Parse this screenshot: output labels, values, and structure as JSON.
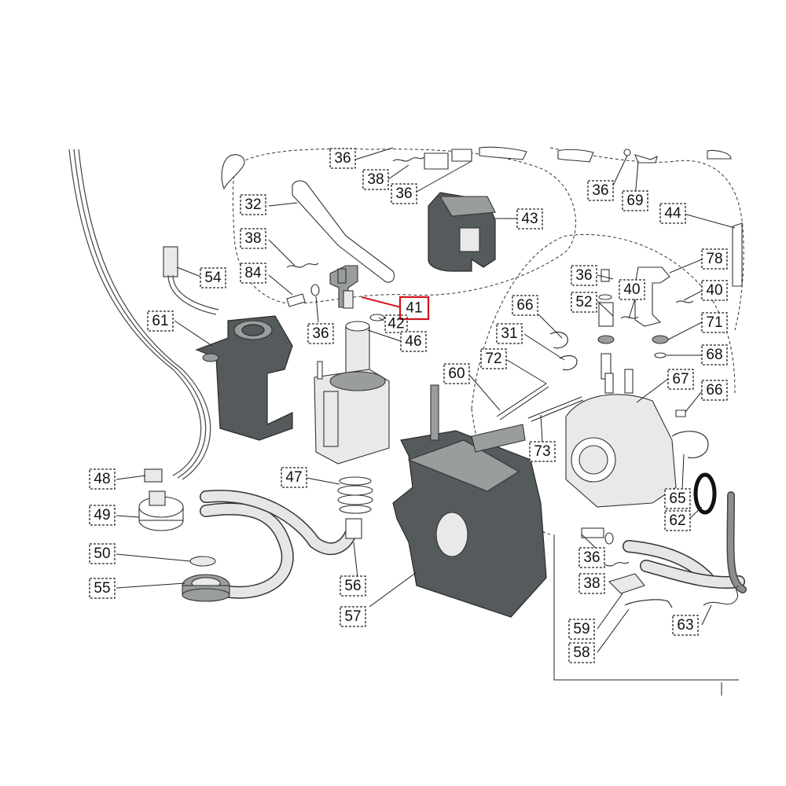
{
  "diagram": {
    "highlight_color": "#d0141c",
    "highlighted_part": "41",
    "callouts": [
      {
        "id": "c36a",
        "label": "36"
      },
      {
        "id": "c38a",
        "label": "38"
      },
      {
        "id": "c36b",
        "label": "36"
      },
      {
        "id": "c43",
        "label": "43"
      },
      {
        "id": "c36c",
        "label": "36"
      },
      {
        "id": "c69",
        "label": "69"
      },
      {
        "id": "c44",
        "label": "44"
      },
      {
        "id": "c32",
        "label": "32"
      },
      {
        "id": "c38b",
        "label": "38"
      },
      {
        "id": "c84",
        "label": "84"
      },
      {
        "id": "c54",
        "label": "54"
      },
      {
        "id": "c61",
        "label": "61"
      },
      {
        "id": "c36d",
        "label": "36"
      },
      {
        "id": "c41",
        "label": "41"
      },
      {
        "id": "c42",
        "label": "42"
      },
      {
        "id": "c46",
        "label": "46"
      },
      {
        "id": "c36e",
        "label": "36"
      },
      {
        "id": "c52",
        "label": "52"
      },
      {
        "id": "c40a",
        "label": "40"
      },
      {
        "id": "c78",
        "label": "78"
      },
      {
        "id": "c40b",
        "label": "40"
      },
      {
        "id": "c71",
        "label": "71"
      },
      {
        "id": "c68",
        "label": "68"
      },
      {
        "id": "c66a",
        "label": "66"
      },
      {
        "id": "c31",
        "label": "31"
      },
      {
        "id": "c72",
        "label": "72"
      },
      {
        "id": "c60",
        "label": "60"
      },
      {
        "id": "c67",
        "label": "67"
      },
      {
        "id": "c66b",
        "label": "66"
      },
      {
        "id": "c73",
        "label": "73"
      },
      {
        "id": "c48",
        "label": "48"
      },
      {
        "id": "c47",
        "label": "47"
      },
      {
        "id": "c65",
        "label": "65"
      },
      {
        "id": "c49",
        "label": "49"
      },
      {
        "id": "c62",
        "label": "62"
      },
      {
        "id": "c50",
        "label": "50"
      },
      {
        "id": "c36f",
        "label": "36"
      },
      {
        "id": "c56",
        "label": "56"
      },
      {
        "id": "c38c",
        "label": "38"
      },
      {
        "id": "c55",
        "label": "55"
      },
      {
        "id": "c57",
        "label": "57"
      },
      {
        "id": "c59",
        "label": "59"
      },
      {
        "id": "c63",
        "label": "63"
      },
      {
        "id": "c58",
        "label": "58"
      }
    ]
  }
}
